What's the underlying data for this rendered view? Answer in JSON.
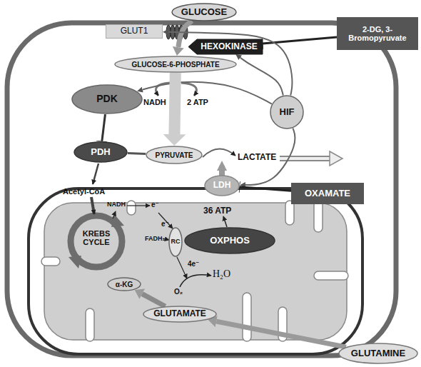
{
  "diagram": {
    "nodes": [
      {
        "text": [
          "GLUCOSE"
        ]
      },
      {
        "text": [
          "GLUT1"
        ]
      },
      {
        "text": [
          "HEXOKINASE"
        ]
      },
      {
        "text": [
          "2-DG, 3-Bromopyruvate"
        ]
      },
      {
        "text": [
          "GLUCOSE-6-PHOSPHATE"
        ]
      },
      {
        "text": [
          "PDK"
        ]
      },
      {
        "text": [
          "HIF"
        ]
      },
      {
        "text": [
          "PDH"
        ]
      },
      {
        "text": [
          "PYRUVATE"
        ]
      },
      {
        "text": [
          "LDH"
        ]
      },
      {
        "text": [
          "OXAMATE"
        ]
      },
      {
        "text": [
          "RC"
        ]
      },
      {
        "text": [
          "α-KG"
        ]
      },
      {
        "text": [
          "OXPHOS"
        ]
      },
      {
        "text": [
          "GLUTAMATE"
        ]
      },
      {
        "text": [
          "GLUTAMINE"
        ]
      }
    ],
    "edges": [
      {
        "from": 0,
        "to": 4,
        "arrow": "to"
      },
      {
        "from": 3,
        "to": 2,
        "arrow": "to"
      },
      {
        "from": 6,
        "to": 2,
        "arrow": "to"
      },
      {
        "from": 6,
        "to": 1,
        "arrow": "to"
      },
      {
        "from": 6,
        "to": 5,
        "arrow": "to"
      },
      {
        "from": 6,
        "to": 9,
        "arrow": "to"
      },
      {
        "from": 4,
        "to": 8,
        "arrow": "to"
      },
      {
        "from": 5,
        "to": 7,
        "arrow": "to"
      },
      {
        "from": 8,
        "to": 7,
        "arrow": "none"
      },
      {
        "from": 10,
        "to": 9,
        "arrow": "to"
      },
      {
        "from": 15,
        "to": 14,
        "arrow": "to"
      },
      {
        "from": 14,
        "to": 12,
        "arrow": "to"
      }
    ],
    "labels": [
      "NADH",
      "2 ATP",
      "LACTATE",
      "Acetyl-CoA",
      "NADH",
      "e⁻",
      "KREBS CYCLE",
      "e⁻",
      "FADH₂",
      "36 ATP",
      "4e⁻",
      "H₂O",
      "O₂"
    ]
  }
}
